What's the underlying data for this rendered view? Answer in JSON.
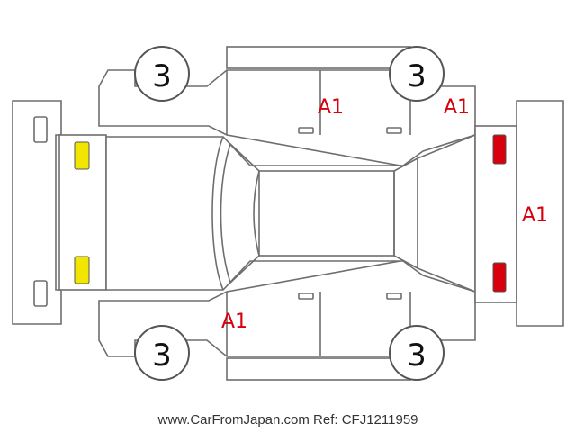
{
  "colors": {
    "outline": "#6e6e6e",
    "damage_mark": "#d8000c",
    "front_lamp": "#f2e600",
    "rear_lamp": "#d8000c"
  },
  "tire_grades": {
    "front_left": "3",
    "rear_left": "3",
    "front_right": "3",
    "rear_right": "3"
  },
  "damage_marks": {
    "left_front_fender": "A1",
    "rear_door_top": "A1",
    "rear_quarter_top": "A1",
    "rear_bumper": "A1"
  },
  "footer": {
    "text": "www.CarFromJapan.com Ref: CFJ1211959"
  }
}
